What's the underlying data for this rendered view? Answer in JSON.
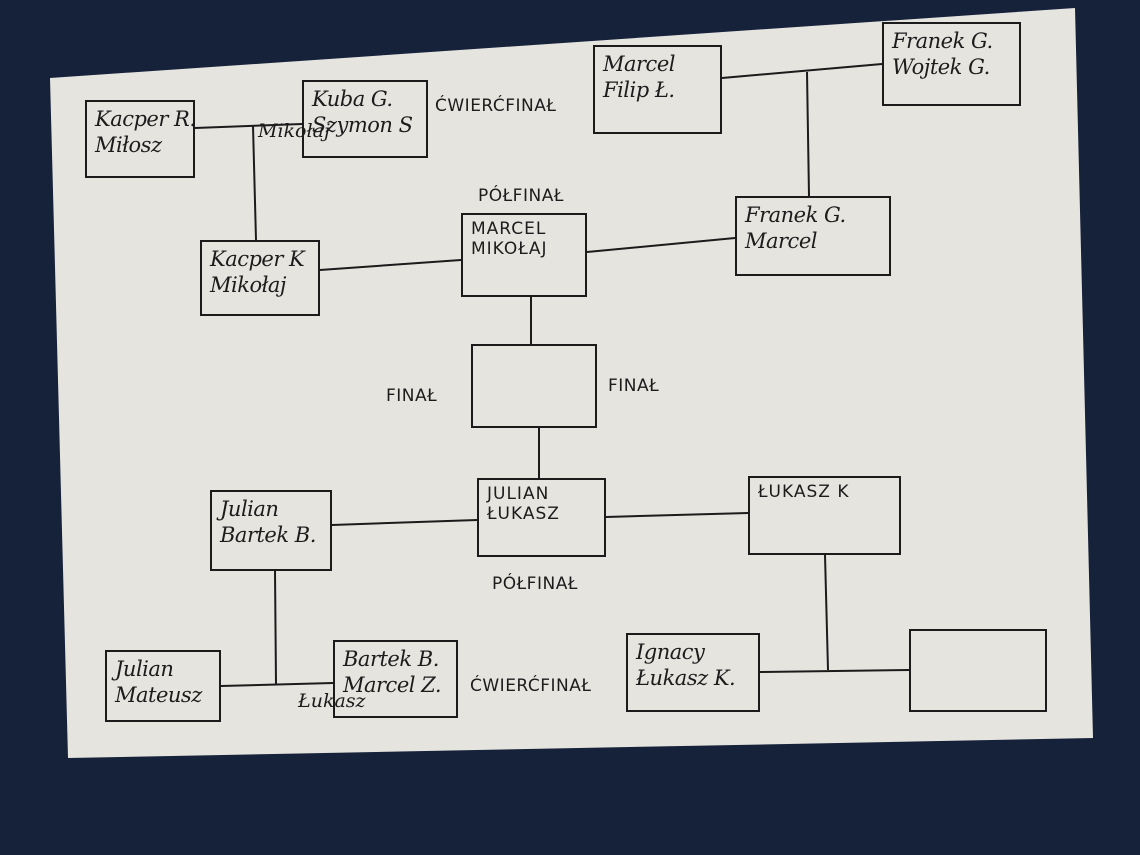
{
  "colors": {
    "background": "#16213a",
    "paper": "#e6e4df",
    "ink": "#1b1b1b"
  },
  "boxes": [
    {
      "id": "qf-top-left-1",
      "lines": [
        "Kacper R.",
        "Miłosz"
      ]
    },
    {
      "id": "qf-top-left-2",
      "lines": [
        "Kuba G.",
        "Szymon S"
      ]
    },
    {
      "id": "qf-top-right-1",
      "lines": [
        "Marcel",
        "Filip Ł."
      ]
    },
    {
      "id": "qf-top-right-2",
      "lines": [
        "Franek G.",
        "Wojtek G."
      ]
    },
    {
      "id": "sf-top-left",
      "lines": [
        "Kacper K",
        "Mikołaj"
      ]
    },
    {
      "id": "final-top",
      "lines": [
        "MARCEL",
        "MIKOŁAJ"
      ]
    },
    {
      "id": "sf-top-right",
      "lines": [
        "Franek G.",
        "Marcel"
      ]
    },
    {
      "id": "final",
      "lines": []
    },
    {
      "id": "sf-bottom-left",
      "lines": [
        "Julian",
        "Bartek B."
      ]
    },
    {
      "id": "final-bottom",
      "lines": [
        "JULIAN",
        "ŁUKASZ"
      ]
    },
    {
      "id": "sf-bottom-right",
      "lines": [
        "ŁUKASZ K"
      ]
    },
    {
      "id": "qf-bottom-left-1",
      "lines": [
        "Julian",
        "Mateusz"
      ]
    },
    {
      "id": "qf-bottom-left-2",
      "lines": [
        "Bartek B.",
        "Marcel Z."
      ]
    },
    {
      "id": "qf-bottom-right-1",
      "lines": [
        "Ignacy",
        "Łukasz K."
      ]
    },
    {
      "id": "qf-bottom-right-2",
      "lines": []
    }
  ],
  "extras": {
    "mikolaj": "Mikołaj",
    "lukasz": "Łukasz"
  },
  "labels": {
    "quarterfinal_top": "ĆWIERĆFINAŁ",
    "semifinal_top": "PÓŁFINAŁ",
    "final_left": "FINAŁ",
    "final_right": "FINAŁ",
    "semifinal_bottom": "PÓŁFINAŁ",
    "quarterfinal_bottom": "ĆWIERĆFINAŁ"
  }
}
